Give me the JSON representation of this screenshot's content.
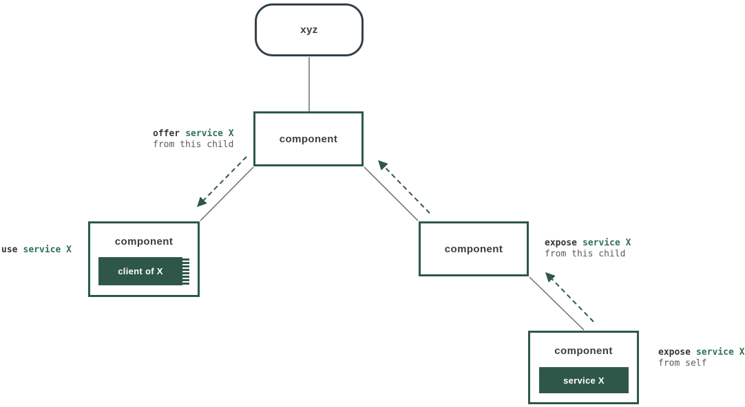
{
  "diagram": {
    "type": "component-hierarchy-diagram",
    "colors": {
      "component_border_green": "#2d5749",
      "inner_fill_green": "#2e574a",
      "xyz_border_slate": "#333f48",
      "annotation_green": "#2e7158",
      "annotation_dark": "#333333",
      "annotation_gray": "#5a5a5a",
      "node_title_gray": "#3d3d3d",
      "connector_gray": "#6b6b6b",
      "background": "#ffffff"
    },
    "nodes": {
      "xyz": {
        "label": "xyz"
      },
      "parent": {
        "label": "component"
      },
      "left_child": {
        "label": "component",
        "inner_label": "client of X"
      },
      "right_child": {
        "label": "component"
      },
      "grandchild": {
        "label": "component",
        "inner_label": "service X"
      }
    },
    "annotations": {
      "offer": {
        "verb": "offer",
        "object": "service X",
        "sub": "from this child"
      },
      "use": {
        "verb": "use",
        "object": "service X"
      },
      "expose_child": {
        "verb": "expose",
        "object": "service X",
        "sub": "from this child"
      },
      "expose_self": {
        "verb": "expose",
        "object": "service X",
        "sub": "from self"
      }
    }
  }
}
